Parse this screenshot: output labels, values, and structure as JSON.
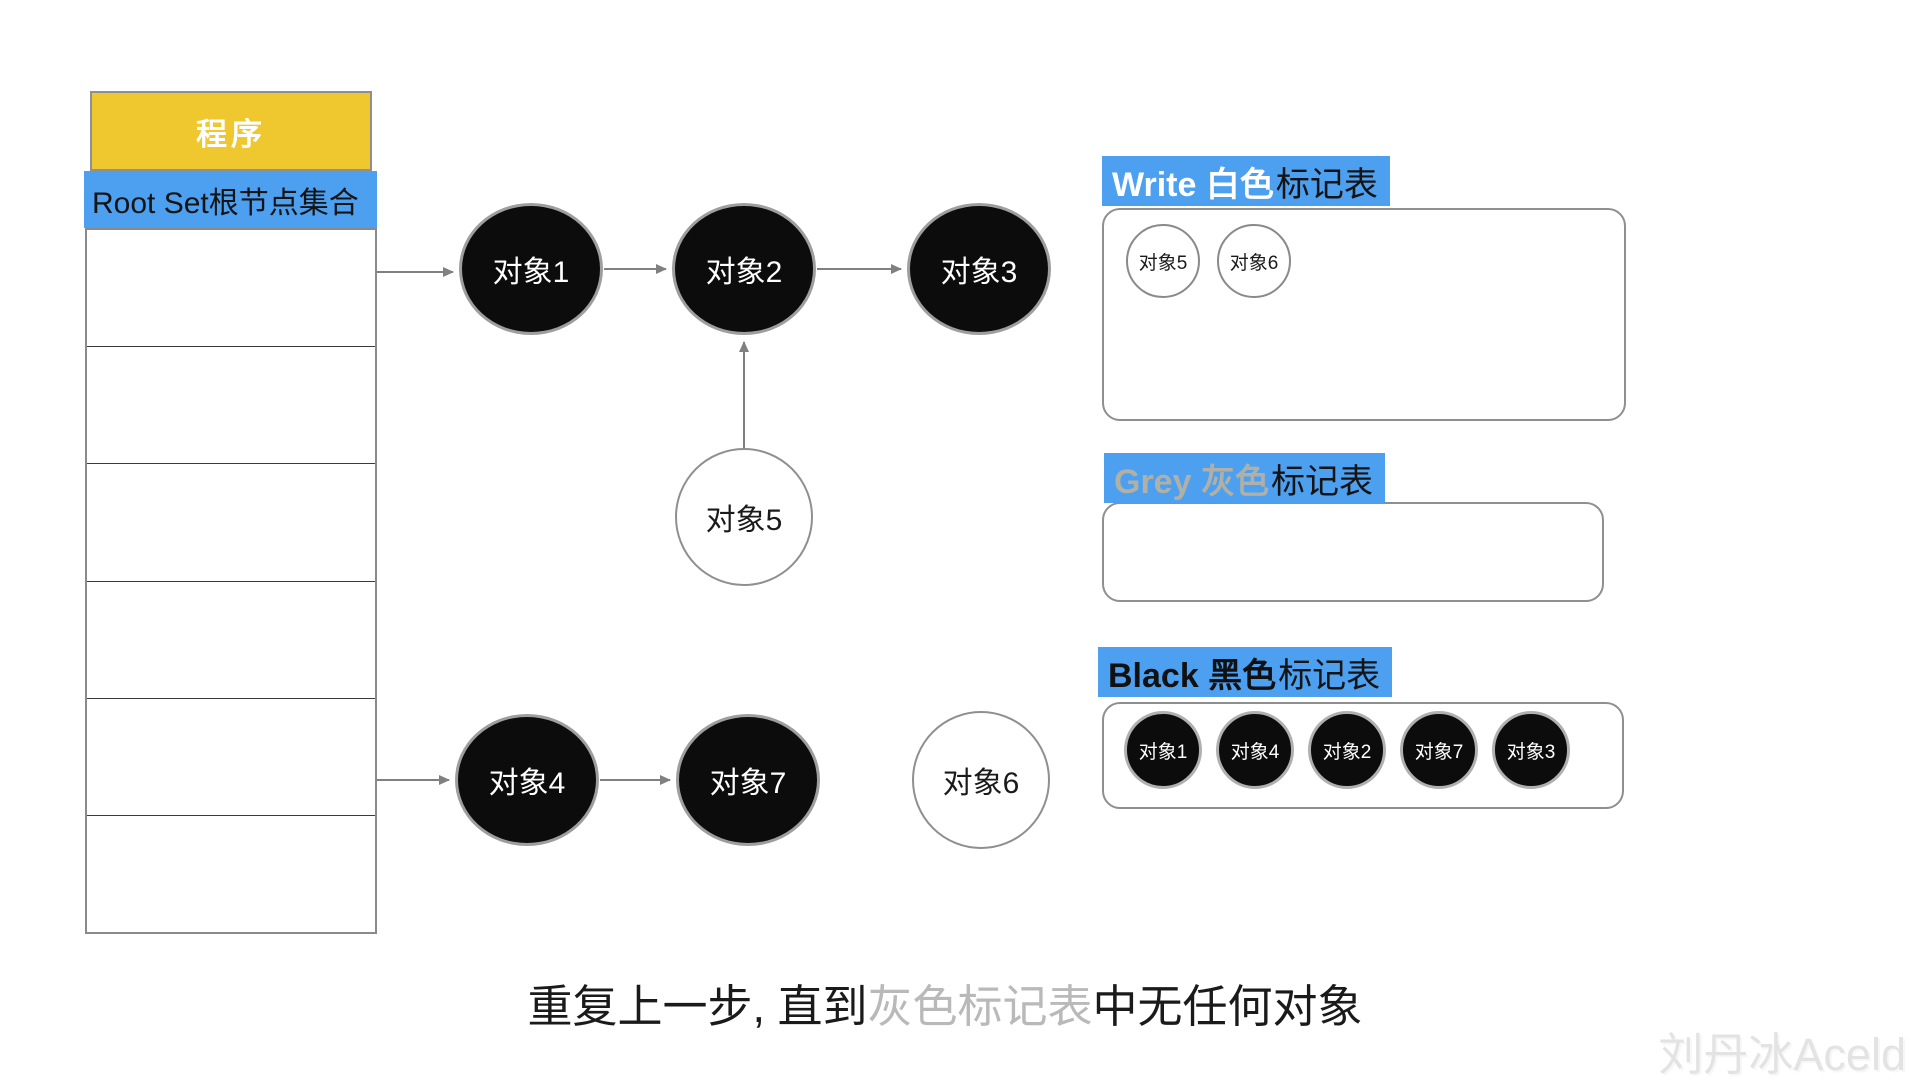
{
  "program": {
    "label": "程序"
  },
  "root_set": {
    "label": "Root Set根节点集合",
    "row_count": 6
  },
  "nodes": [
    {
      "id": "obj1",
      "label": "对象1",
      "color": "black"
    },
    {
      "id": "obj2",
      "label": "对象2",
      "color": "black"
    },
    {
      "id": "obj3",
      "label": "对象3",
      "color": "black"
    },
    {
      "id": "obj5",
      "label": "对象5",
      "color": "white"
    },
    {
      "id": "obj4",
      "label": "对象4",
      "color": "black"
    },
    {
      "id": "obj7",
      "label": "对象7",
      "color": "black"
    },
    {
      "id": "obj6",
      "label": "对象6",
      "color": "white"
    }
  ],
  "edges": [
    {
      "from": "root-set",
      "to": "obj1"
    },
    {
      "from": "obj1",
      "to": "obj2"
    },
    {
      "from": "obj2",
      "to": "obj3"
    },
    {
      "from": "obj5",
      "to": "obj2"
    },
    {
      "from": "root-set",
      "to": "obj4"
    },
    {
      "from": "obj4",
      "to": "obj7"
    }
  ],
  "tables": {
    "white": {
      "title_colored": "Write 白色",
      "title_rest": "标记表",
      "items": [
        "对象5",
        "对象6"
      ]
    },
    "grey": {
      "title_colored": "Grey 灰色",
      "title_rest": "标记表",
      "items": []
    },
    "black": {
      "title_colored": "Black 黑色",
      "title_rest": "标记表",
      "items": [
        "对象1",
        "对象4",
        "对象2",
        "对象7",
        "对象3"
      ]
    }
  },
  "caption": {
    "prefix": "重复上一步, 直到",
    "highlight": "灰色标记表",
    "suffix": "中无任何对象"
  },
  "watermark": "刘丹冰Aceld",
  "colors": {
    "label_blue": "#4d9ff0",
    "header_yellow": "#efc72f",
    "grey_title_text": "#b0b0a6",
    "caption_grey": "#b9b9b9",
    "node_black": "#0c0c0c",
    "arrow_grey": "#808080"
  }
}
